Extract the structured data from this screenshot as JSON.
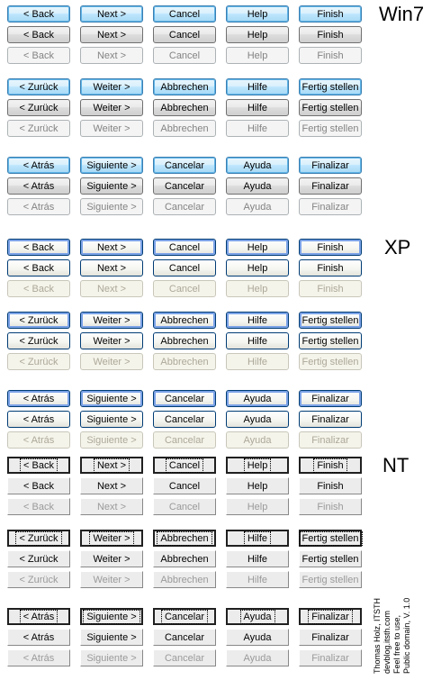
{
  "headings": [
    "Win7",
    "XP",
    "NT"
  ],
  "languages": [
    [
      "< Back",
      "Next >",
      "Cancel",
      "Help",
      "Finish"
    ],
    [
      "< Zurück",
      "Weiter >",
      "Abbrechen",
      "Hilfe",
      "Fertig stellen"
    ],
    [
      "< Atrás",
      "Siguiente >",
      "Cancelar",
      "Ayuda",
      "Finalizar"
    ]
  ],
  "states": [
    "focused",
    "normal",
    "disabled"
  ],
  "credit": [
    "Thomas Holz, ITSTH",
    "devblog.itsth.com",
    "Feel free to use,",
    "Public domain, V. 1.0"
  ]
}
